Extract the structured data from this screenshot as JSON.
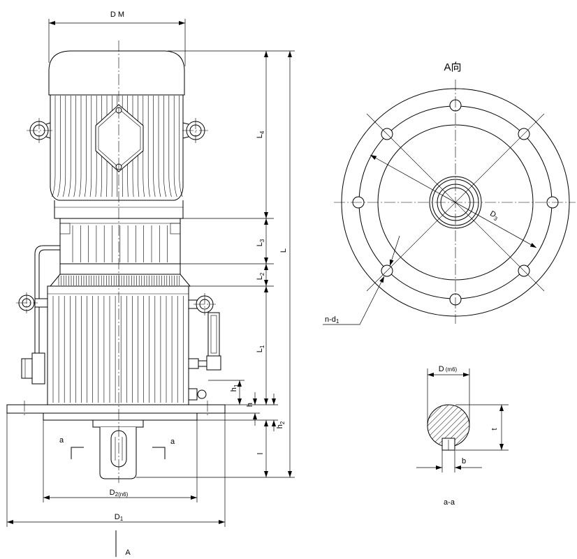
{
  "figure": {
    "main_view": {
      "dm": "D M",
      "L4": {
        "base": "L",
        "sub": "4"
      },
      "L3": {
        "base": "L",
        "sub": "3"
      },
      "L2": {
        "base": "L",
        "sub": "2"
      },
      "L1": {
        "base": "L",
        "sub": "1"
      },
      "L": "L",
      "h1": {
        "base": "h",
        "sub": "1"
      },
      "h": "h",
      "h2": {
        "base": "h",
        "sub": "2"
      },
      "l": "l",
      "section_mark_left": "a",
      "section_mark_right": "a",
      "D2": {
        "base": "D",
        "sub": "2(n6)"
      },
      "D1": {
        "base": "D",
        "sub": "1"
      },
      "view_arrow": "A"
    },
    "view_a": {
      "title": "A向",
      "D3": {
        "base": "D",
        "sub": "3"
      },
      "holes": {
        "base": "n-d",
        "sub": "1"
      }
    },
    "section_aa": {
      "D": {
        "base": "D",
        "sub": "(m6)"
      },
      "t": "t",
      "b": "b",
      "title": "a-a"
    }
  },
  "colors": {
    "line": "#000000",
    "background": "#ffffff"
  }
}
